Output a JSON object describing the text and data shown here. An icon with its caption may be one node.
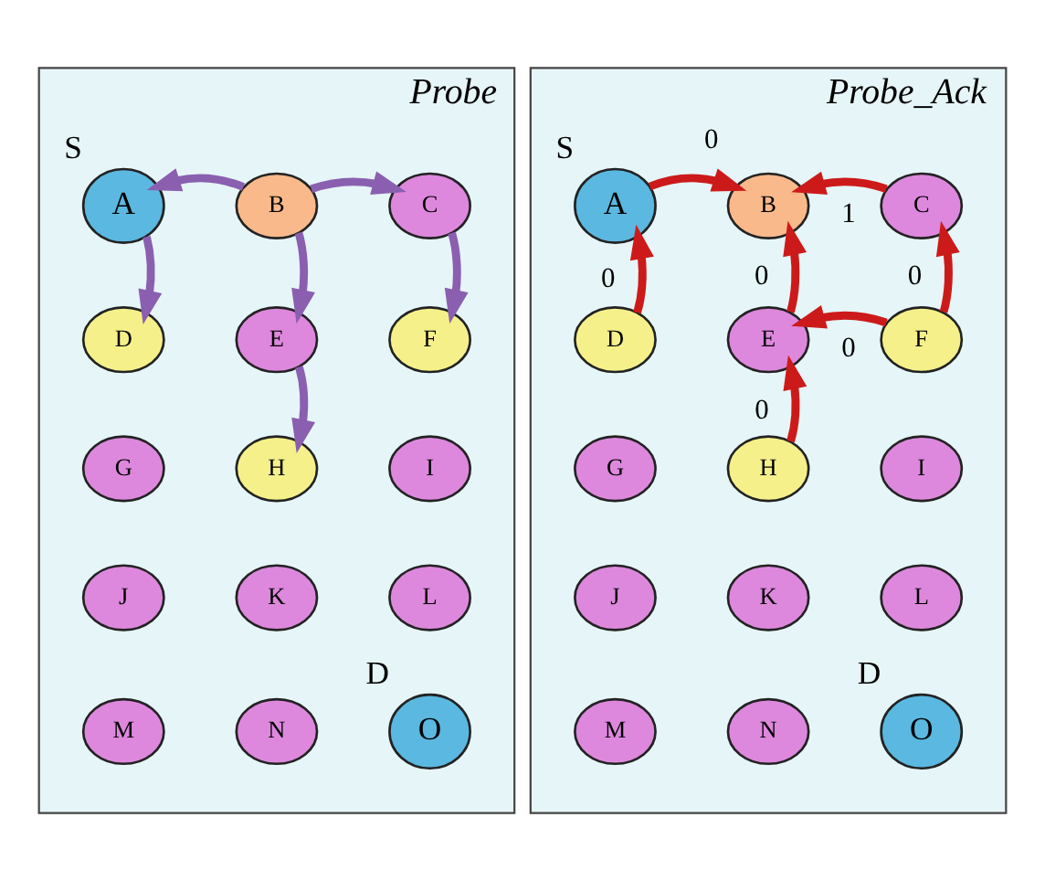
{
  "diagram": {
    "nodes": [
      {
        "text": [
          "Probe"
        ]
      },
      {
        "text": [
          "A"
        ],
        "in": 0,
        "beside": [
          "S"
        ]
      },
      {
        "text": [
          "B"
        ],
        "in": 0
      },
      {
        "text": [
          "C"
        ],
        "in": 0
      },
      {
        "text": [
          "D"
        ],
        "in": 0
      },
      {
        "text": [
          "E"
        ],
        "in": 0
      },
      {
        "text": [
          "F"
        ],
        "in": 0
      },
      {
        "text": [
          "G"
        ],
        "in": 0
      },
      {
        "text": [
          "H"
        ],
        "in": 0
      },
      {
        "text": [
          "I"
        ],
        "in": 0
      },
      {
        "text": [
          "J"
        ],
        "in": 0
      },
      {
        "text": [
          "K"
        ],
        "in": 0
      },
      {
        "text": [
          "L"
        ],
        "in": 0
      },
      {
        "text": [
          "M"
        ],
        "in": 0
      },
      {
        "text": [
          "N"
        ],
        "in": 0
      },
      {
        "text": [
          "O"
        ],
        "in": 0,
        "beside": [
          "D"
        ]
      },
      {
        "text": [
          "Probe_Ack"
        ]
      },
      {
        "text": [
          "A"
        ],
        "in": 16,
        "beside": [
          "S"
        ]
      },
      {
        "text": [
          "B"
        ],
        "in": 16
      },
      {
        "text": [
          "C"
        ],
        "in": 16
      },
      {
        "text": [
          "D"
        ],
        "in": 16
      },
      {
        "text": [
          "E"
        ],
        "in": 16
      },
      {
        "text": [
          "F"
        ],
        "in": 16
      },
      {
        "text": [
          "G"
        ],
        "in": 16
      },
      {
        "text": [
          "H"
        ],
        "in": 16
      },
      {
        "text": [
          "I"
        ],
        "in": 16
      },
      {
        "text": [
          "J"
        ],
        "in": 16
      },
      {
        "text": [
          "K"
        ],
        "in": 16
      },
      {
        "text": [
          "L"
        ],
        "in": 16
      },
      {
        "text": [
          "M"
        ],
        "in": 16
      },
      {
        "text": [
          "N"
        ],
        "in": 16
      },
      {
        "text": [
          "O"
        ],
        "in": 16,
        "beside": [
          "D"
        ]
      }
    ],
    "edges": [
      {
        "from": 2,
        "to": 1,
        "arrow": "to",
        "color": "#8a5fb0"
      },
      {
        "from": 2,
        "to": 3,
        "arrow": "to",
        "color": "#8a5fb0"
      },
      {
        "from": 1,
        "to": 4,
        "arrow": "to",
        "color": "#8a5fb0"
      },
      {
        "from": 2,
        "to": 5,
        "arrow": "to",
        "color": "#8a5fb0"
      },
      {
        "from": 3,
        "to": 6,
        "arrow": "to",
        "color": "#8a5fb0"
      },
      {
        "from": 5,
        "to": 8,
        "arrow": "to",
        "color": "#8a5fb0"
      },
      {
        "from": 17,
        "to": 18,
        "arrow": "to",
        "label": "0",
        "color": "#cc1a1a"
      },
      {
        "from": 19,
        "to": 18,
        "arrow": "to",
        "label": "1",
        "color": "#cc1a1a"
      },
      {
        "from": 20,
        "to": 17,
        "arrow": "to",
        "label": "0",
        "color": "#cc1a1a"
      },
      {
        "from": 21,
        "to": 18,
        "arrow": "to",
        "label": "0",
        "color": "#cc1a1a"
      },
      {
        "from": 22,
        "to": 19,
        "arrow": "to",
        "label": "0",
        "color": "#cc1a1a"
      },
      {
        "from": 22,
        "to": 21,
        "arrow": "to",
        "label": "0",
        "color": "#cc1a1a"
      },
      {
        "from": 24,
        "to": 21,
        "arrow": "to",
        "label": "0",
        "color": "#cc1a1a"
      }
    ]
  }
}
